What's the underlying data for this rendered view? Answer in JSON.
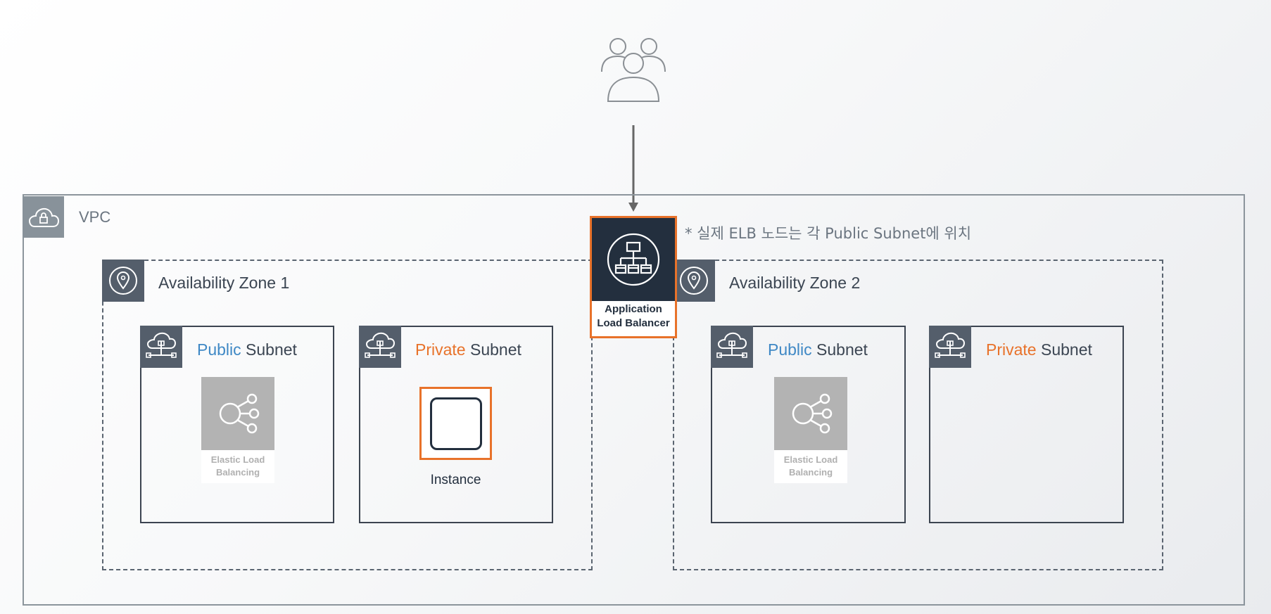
{
  "vpc": {
    "label": "VPC",
    "icon": "vpc-lock-cloud-icon"
  },
  "users": {
    "icon": "users-icon"
  },
  "note": "* 실제 ELB 노드는 각 Public Subnet에 위치",
  "load_balancer": {
    "line1": "Application",
    "line2": "Load Balancer",
    "icon": "application-load-balancer-icon"
  },
  "zones": [
    {
      "label": "Availability Zone 1",
      "public_subnet": {
        "prefix": "Public",
        "suffix": " Subnet"
      },
      "private_subnet": {
        "prefix": "Private",
        "suffix": " Subnet"
      },
      "elb_node": {
        "line1": "Elastic Load",
        "line2": "Balancing"
      },
      "instance": {
        "label": "Instance"
      }
    },
    {
      "label": "Availability Zone 2",
      "public_subnet": {
        "prefix": "Public",
        "suffix": " Subnet"
      },
      "private_subnet": {
        "prefix": "Private",
        "suffix": " Subnet"
      },
      "elb_node": {
        "line1": "Elastic Load",
        "line2": "Balancing"
      }
    }
  ],
  "colors": {
    "public": "#3f88c5",
    "private": "#e8722a",
    "highlight": "#e8722a",
    "dark": "#232f3e",
    "badge": "#545e6b"
  }
}
